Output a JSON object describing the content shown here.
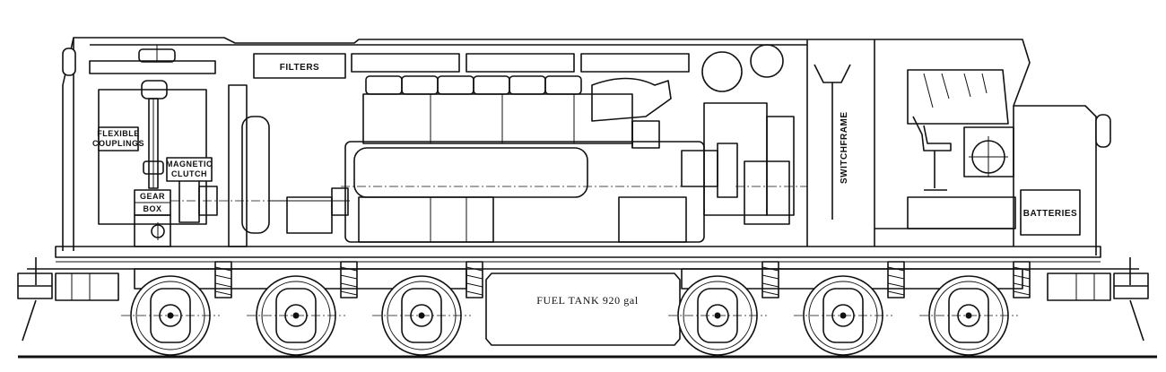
{
  "labels": {
    "filters": "FILTERS",
    "flexible_couplings_1": "FLEXIBLE",
    "flexible_couplings_2": "COUPLINGS",
    "magnetic_clutch_1": "MAGNETIC",
    "magnetic_clutch_2": "CLUTCH",
    "gear_box_1": "GEAR",
    "gear_box_2": "BOX",
    "switchframe": "SWITCHFRAME",
    "batteries": "BATTERIES",
    "fuel_tank": "FUEL TANK 920 gal"
  },
  "wheelsets": [
    {
      "axle": 1,
      "bogie": "front"
    },
    {
      "axle": 2,
      "bogie": "front"
    },
    {
      "axle": 3,
      "bogie": "front"
    },
    {
      "axle": 4,
      "bogie": "rear"
    },
    {
      "axle": 5,
      "bogie": "rear"
    },
    {
      "axle": 6,
      "bogie": "rear"
    }
  ]
}
